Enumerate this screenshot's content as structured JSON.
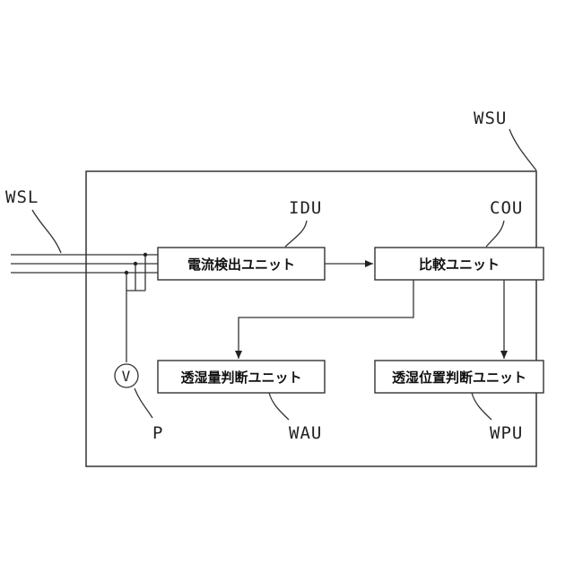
{
  "labels": {
    "wsu": "WSU",
    "wsl": "WSL",
    "idu": "IDU",
    "cou": "COU",
    "wau": "WAU",
    "wpu": "WPU",
    "p": "P",
    "voltmeter": "V"
  },
  "boxes": {
    "current_detection": "電流検出ユニット",
    "comparison": "比較ユニット",
    "permeation_amount": "透湿量判断ユニット",
    "permeation_position": "透湿位置判断ユニット"
  }
}
